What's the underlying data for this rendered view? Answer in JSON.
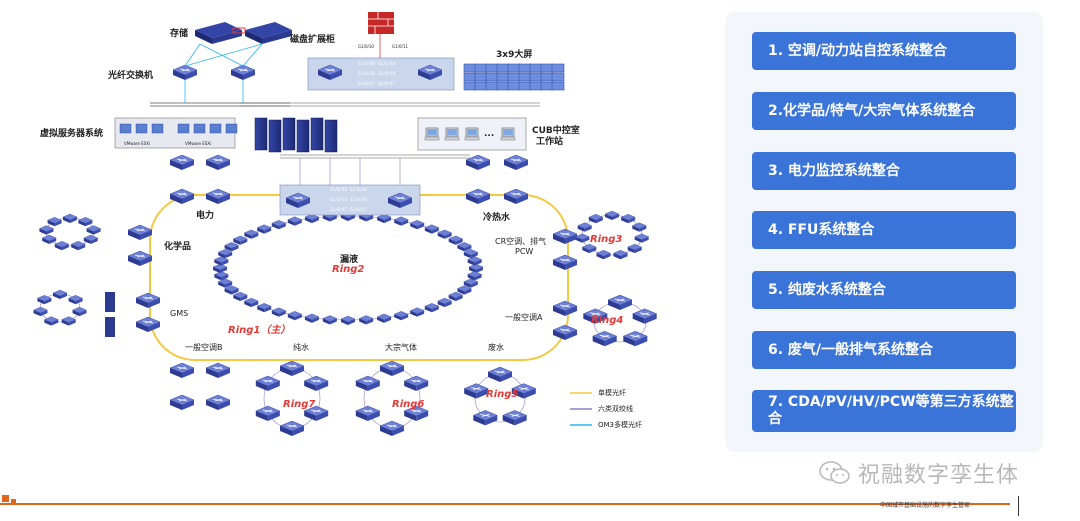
{
  "diagram": {
    "labels": {
      "storage": "存储",
      "disk_cabinet": "磁盘扩展柜",
      "fiber_switch": "光纤交换机",
      "virtual_server": "虚拟服务器系统",
      "big_screen": "3x9大屏",
      "cub_control": "CUB中控室",
      "workstation": "工作站",
      "power": "电力",
      "chemical": "化学品",
      "gms": "GMS",
      "cold_hot_water": "冷热水",
      "cr_ac": "CR空调、排气",
      "pcw": "PCW",
      "general_ac_a": "一般空调A",
      "general_ac_b": "一般空调B",
      "pure_water": "纯水",
      "bulk_gas": "大宗气体",
      "waste_water": "废水",
      "leak": "漏液",
      "vm_a": "VMware ESXi",
      "vm_b": "VMware ESXi"
    },
    "rings": {
      "ring1": "Ring1（主）",
      "ring2": "Ring2",
      "ring3": "Ring3",
      "ring4": "Ring4",
      "ring5": "Ring5",
      "ring6": "Ring6",
      "ring7": "Ring7"
    },
    "ports": {
      "top_a": "G1/0/10",
      "top_b": "G1/0/11",
      "core_1": "G1/0/48",
      "core_2": "G2/0/48",
      "core_3": "G1/0/50",
      "core_4": "G2/0/50",
      "core_5": "G1/0/47",
      "core_6": "G2/0/47"
    },
    "legend": [
      {
        "label": "单模光纤",
        "color": "#f5c842"
      },
      {
        "label": "六类双绞线",
        "color": "#8d7fc4"
      },
      {
        "label": "OM3多模光纤",
        "color": "#29b6f6"
      }
    ]
  },
  "panel": {
    "items": [
      "1. 空调/动力站自控系统整合",
      "2.化学品/特气/大宗气体系统整合",
      "3. 电力监控系统整合",
      "4. FFU系统整合",
      "5. 纯废水系统整合",
      "6. 废气/一般排气系统整合",
      "7. CDA/PV/HV/PCW等第三方系统整合"
    ],
    "item_color": "#3a74d8"
  },
  "watermark": {
    "text": "祝融数字孪生体"
  },
  "footer": {
    "text": "中国城市基础设施的数字孪生管家"
  }
}
